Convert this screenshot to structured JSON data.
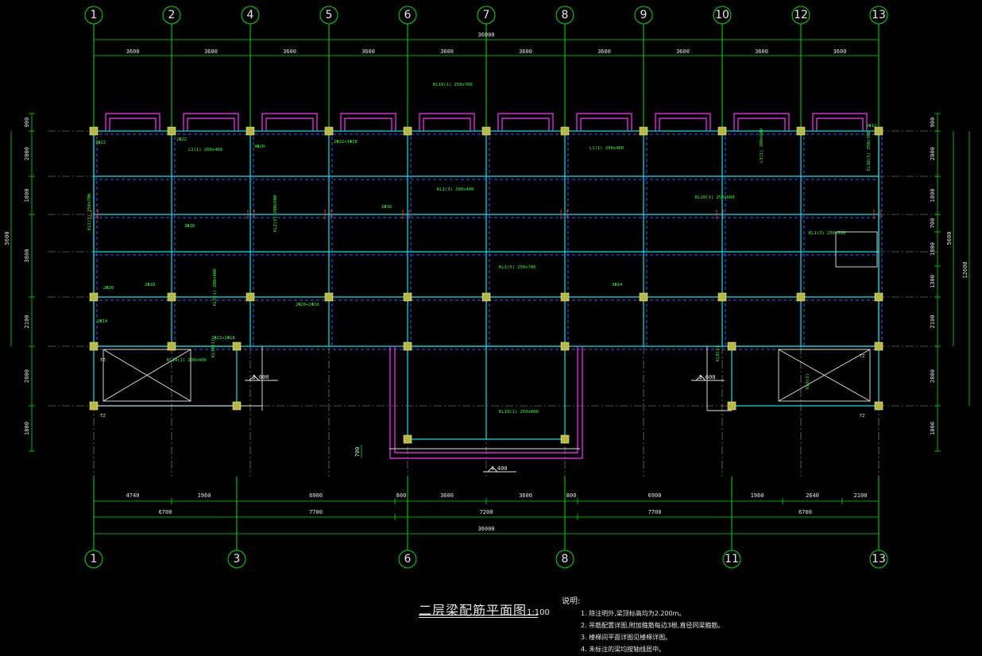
{
  "drawing": {
    "title": "二层梁配筋平面图",
    "scale": "1:100",
    "top_axes": [
      "1",
      "2",
      "4",
      "5",
      "6",
      "7",
      "8",
      "9",
      "10",
      "12",
      "13"
    ],
    "bottom_axes": [
      "1",
      "3",
      "6",
      "8",
      "11",
      "13"
    ],
    "top_total": "36000",
    "top_spans": [
      "3600",
      "3600",
      "3600",
      "3600",
      "3600",
      "3600",
      "3600",
      "3600",
      "3600",
      "3600"
    ],
    "bottom_spans_inner": [
      "4740",
      "1960",
      "6900",
      "800",
      "3600",
      "3600",
      "800",
      "6900",
      "1960",
      "2640",
      "2100"
    ],
    "bottom_spans_mid": [
      "6700",
      "7700",
      "7200",
      "7700",
      "6700"
    ],
    "bottom_total": "36000",
    "left_dims": [
      "900",
      "2000",
      "1800",
      "3800",
      "2100",
      "2800",
      "1800"
    ],
    "left_total": "5600",
    "right_dims": [
      "900",
      "2000",
      "1800",
      "700",
      "1800",
      "1300",
      "2100",
      "2800",
      "1800"
    ],
    "right_total1": "5600",
    "right_total2": "12600",
    "elevations": [
      "3.600",
      "4.400",
      "3.600"
    ],
    "opening_dim": "700",
    "beam_labels": [
      "KL19(1) 250x700",
      "KL1(3) 200x400",
      "L1(1) 200x400",
      "L1(1) 200x400",
      "KL3(1) 200x400",
      "KL2(2) 200x500",
      "KL1(3) 250x700",
      "KL1(5) 250x700",
      "L3(1) 200x600",
      "KL10(1) 250x600",
      "KL1(3) 250x500",
      "KL18(3) 250x700",
      "KL14(1) 200x400",
      "KL19(1) 250x600",
      "KL8(1)",
      "KL9(1)",
      "KL10(1)",
      "2Φ22",
      "3Φ22",
      "2Φ20",
      "2Φ18",
      "2Φ14",
      "2Φ16",
      "3Φ18",
      "3Φ14",
      "4Φ20",
      "2Φ22+2Φ18",
      "2Φ20+2Φ16",
      "2Φ22+1Φ18",
      "2Φ12",
      "TZ",
      "TZ",
      "TZ",
      "TZ"
    ],
    "notes_title": "说明:",
    "notes": [
      "1. 除注明外,梁顶标高均为2.200m。",
      "2. 吊筋配置详图,附加箍筋每边3根,直径同梁箍筋。",
      "3. 楼梯间平面详图见楼梯详图。",
      "4. 未标注的梁均按轴线居中。"
    ]
  }
}
